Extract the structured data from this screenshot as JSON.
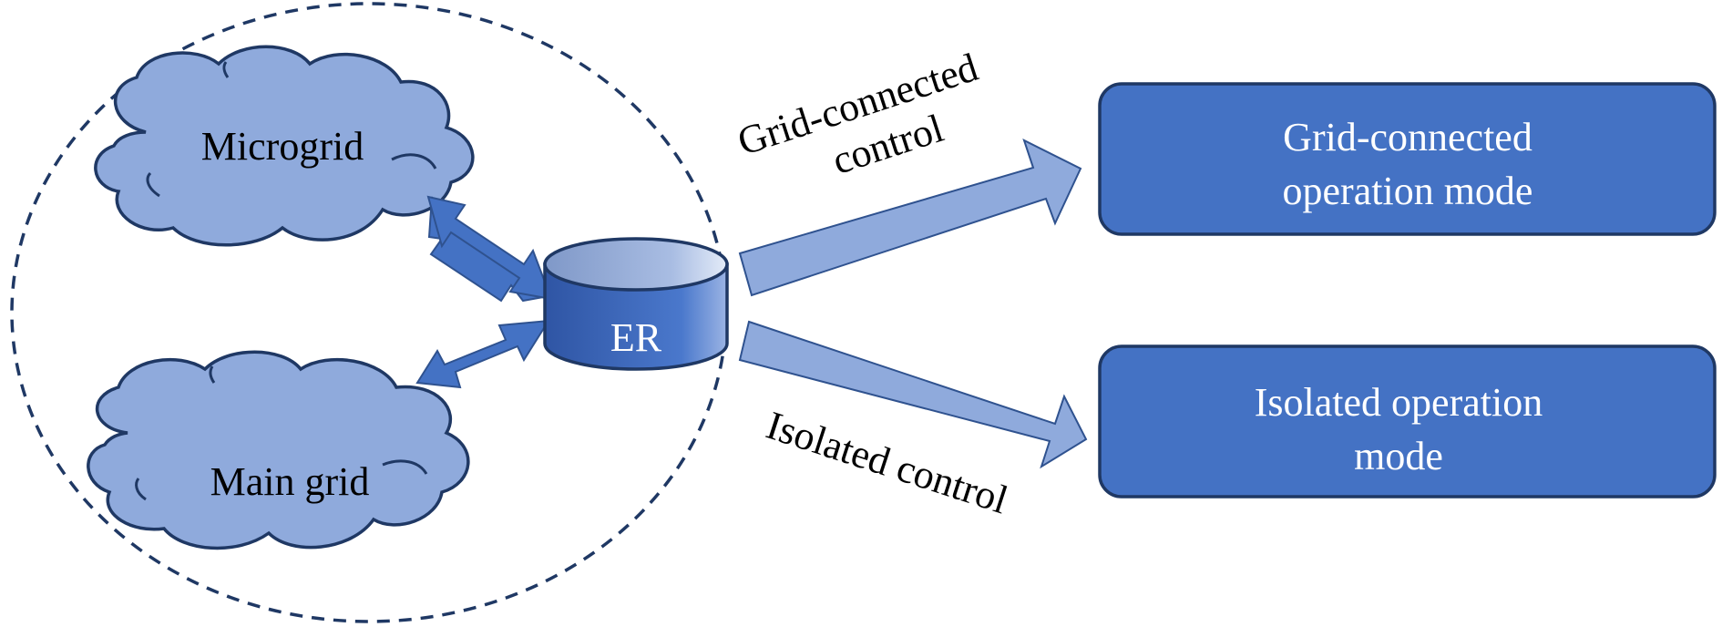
{
  "nodes": {
    "microgrid": "Microgrid",
    "main_grid": "Main grid",
    "er": "ER"
  },
  "arrows": {
    "grid_connected_line1": "Grid-connected",
    "grid_connected_line2": "control",
    "isolated": "Isolated control"
  },
  "modes": {
    "grid_connected_line1": "Grid-connected",
    "grid_connected_line2": "operation mode",
    "isolated_line1": "Isolated operation",
    "isolated_line2": "mode"
  },
  "colors": {
    "cloud_fill": "#8faadc",
    "box_fill": "#4472c4",
    "outline": "#1f3864"
  }
}
